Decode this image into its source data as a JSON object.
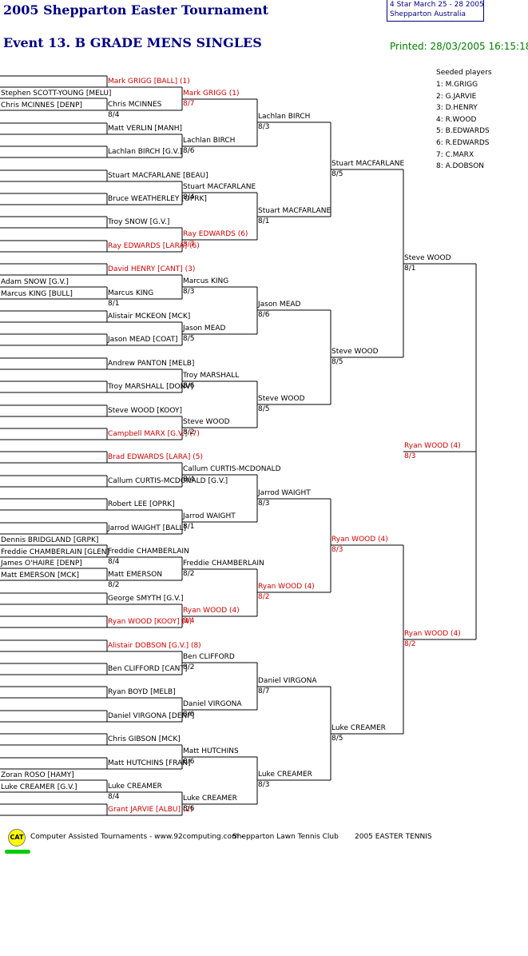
{
  "header": {
    "title": "2005 Shepparton Easter Tournament",
    "event": "Event 13. B GRADE MENS SINGLES",
    "printed": "Printed: 28/03/2005 16:15:18",
    "info_line1": "4 Star   March 25 - 28 2005",
    "info_line2": "Shepparton    Australia"
  },
  "seeds": {
    "title": "Seeded players",
    "items": [
      "1: M.GRIGG",
      "2: G.JARVIE",
      "3: D.HENRY",
      "4: R.WOOD",
      "5: B.EDWARDS",
      "6: R.EDWARDS",
      "7: C.MARX",
      "8: A.DOBSON"
    ]
  },
  "colors": {
    "seeded": "#cc0000",
    "title": "#000080",
    "printed": "#008000"
  },
  "qualifying": [
    {
      "name": "Stephen SCOTT-YOUNG [MELU]"
    },
    {
      "name": "Chris MCINNES [DENP]"
    },
    {
      "name": "Adam SNOW [G.V.]"
    },
    {
      "name": "Marcus KING [BULL]"
    },
    {
      "name": "Dennis BRIDGLAND [GRPK]"
    },
    {
      "name": "Freddie CHAMBERLAIN [GLEN]"
    },
    {
      "name": "James O'HAIRE [DENP]"
    },
    {
      "name": "Matt EMERSON [MCK]"
    },
    {
      "name": "Zoran ROSO [HAMY]"
    },
    {
      "name": "Luke CREAMER [G.V.]"
    }
  ],
  "round1": [
    {
      "name": "Mark GRIGG [BALL] (1)",
      "seed": true
    },
    {
      "name": "Chris MCINNES",
      "score": "8/4"
    },
    {
      "name": "Matt VERLIN [MANH]"
    },
    {
      "name": "Lachlan BIRCH [G.V.]"
    },
    {
      "name": "Stuart MACFARLANE [BEAU]"
    },
    {
      "name": "Bruce WEATHERLEY [OPRK]"
    },
    {
      "name": "Troy SNOW [G.V.]"
    },
    {
      "name": "Ray EDWARDS [LARA] (6)",
      "seed": true
    },
    {
      "name": "David HENRY [CANT] (3)",
      "seed": true
    },
    {
      "name": "Marcus KING",
      "score": "8/1"
    },
    {
      "name": "Alistair MCKEON [MCK]"
    },
    {
      "name": "Jason MEAD [COAT]"
    },
    {
      "name": "Andrew PANTON [MELB]"
    },
    {
      "name": "Troy MARSHALL [DONV]"
    },
    {
      "name": "Steve WOOD [KOOY]"
    },
    {
      "name": "Campbell MARX [G.V.] (7)",
      "seed": true
    },
    {
      "name": "Brad EDWARDS [LARA] (5)",
      "seed": true
    },
    {
      "name": "Callum CURTIS-MCDONALD [G.V.]"
    },
    {
      "name": "Robert LEE [OPRK]"
    },
    {
      "name": "Jarrod WAIGHT [BALL]"
    },
    {
      "name": "Freddie CHAMBERLAIN",
      "score": "8/4"
    },
    {
      "name": "Matt EMERSON",
      "score": "8/2"
    },
    {
      "name": "George SMYTH [G.V.]"
    },
    {
      "name": "Ryan WOOD [KOOY] (4)",
      "seed": true
    },
    {
      "name": "Alistair DOBSON [G.V.] (8)",
      "seed": true
    },
    {
      "name": "Ben CLIFFORD [CANT]"
    },
    {
      "name": "Ryan BOYD [MELB]"
    },
    {
      "name": "Daniel VIRGONA [DENP]"
    },
    {
      "name": "Chris GIBSON [MCK]"
    },
    {
      "name": "Matt HUTCHINS [FRAN]"
    },
    {
      "name": "Luke CREAMER",
      "score": "8/4"
    },
    {
      "name": "Grant JARVIE [ALBU] (2)",
      "seed": true
    }
  ],
  "round2": [
    {
      "name": "Mark GRIGG (1)",
      "score": "8/7",
      "seed": true
    },
    {
      "name": "Lachlan BIRCH",
      "score": "8/6"
    },
    {
      "name": "Stuart MACFARLANE",
      "score": "8/4"
    },
    {
      "name": "Ray EDWARDS (6)",
      "score": "8/7",
      "seed": true
    },
    {
      "name": "Marcus KING",
      "score": "8/3"
    },
    {
      "name": "Jason MEAD",
      "score": "8/5"
    },
    {
      "name": "Troy MARSHALL",
      "score": "8/6"
    },
    {
      "name": "Steve WOOD",
      "score": "8/2"
    },
    {
      "name": "Callum CURTIS-MCDONALD",
      "score": "8/4"
    },
    {
      "name": "Jarrod WAIGHT",
      "score": "8/1"
    },
    {
      "name": "Freddie CHAMBERLAIN",
      "score": "8/2"
    },
    {
      "name": "Ryan WOOD (4)",
      "score": "8/4",
      "seed": true
    },
    {
      "name": "Ben CLIFFORD",
      "score": "8/2"
    },
    {
      "name": "Daniel VIRGONA",
      "score": "8/6"
    },
    {
      "name": "Matt HUTCHINS",
      "score": "8/6"
    },
    {
      "name": "Luke CREAMER",
      "score": "8/6"
    }
  ],
  "round3": [
    {
      "name": "Lachlan BIRCH",
      "score": "8/3"
    },
    {
      "name": "Stuart MACFARLANE",
      "score": "8/1"
    },
    {
      "name": "Jason MEAD",
      "score": "8/6"
    },
    {
      "name": "Steve WOOD",
      "score": "8/5"
    },
    {
      "name": "Jarrod WAIGHT",
      "score": "8/3"
    },
    {
      "name": "Ryan WOOD (4)",
      "score": "8/2",
      "seed": true
    },
    {
      "name": "Daniel VIRGONA",
      "score": "8/7"
    },
    {
      "name": "Luke CREAMER",
      "score": "8/3"
    }
  ],
  "round4": [
    {
      "name": "Stuart MACFARLANE",
      "score": "8/5"
    },
    {
      "name": "Steve WOOD",
      "score": "8/5"
    },
    {
      "name": "Ryan WOOD (4)",
      "score": "8/3",
      "seed": true
    },
    {
      "name": "Luke CREAMER",
      "score": "8/5"
    }
  ],
  "round5": [
    {
      "name": "Steve WOOD",
      "score": "8/1"
    },
    {
      "name": "Ryan WOOD (4)",
      "score": "8/2",
      "seed": true
    }
  ],
  "final": {
    "name": "Ryan WOOD (4)",
    "score": "8/3",
    "seed": true
  },
  "footer": {
    "credit": "Computer Assisted Tournaments - www.92computing.com -",
    "club": "Shepparton Lawn Tennis Club",
    "event": "2005 EASTER TENNIS",
    "logo": "CAT"
  }
}
